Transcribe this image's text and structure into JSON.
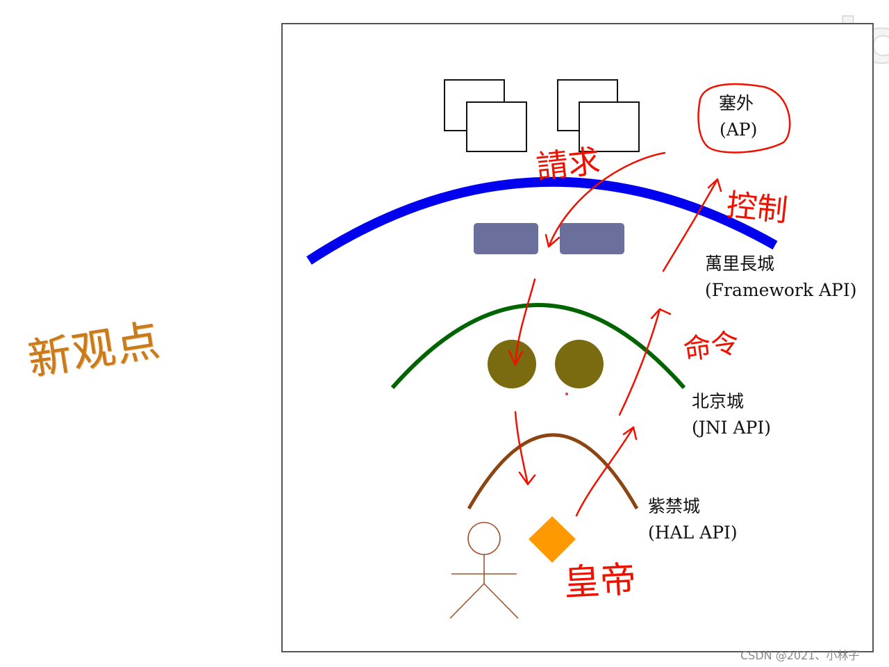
{
  "side_title": "新观点",
  "watermark": "micr",
  "credit": "CSDN @2021、小林子",
  "layers": {
    "outside": {
      "name": "塞外",
      "api": "(AP)"
    },
    "framework": {
      "name": "萬里長城",
      "api": "(Framework API)"
    },
    "jni": {
      "name": "北京城",
      "api": "(JNI API)"
    },
    "hal": {
      "name": "紫禁城",
      "api": "(HAL API)"
    }
  },
  "annotations": {
    "request": "請求",
    "control": "控制",
    "command": "命令",
    "emperor": "皇帝"
  },
  "colors": {
    "framework_wall": "#0000ee",
    "jni_wall": "#006400",
    "hal_wall": "#8b4513",
    "widget": "#6a6f9c",
    "circle": "#7a6a10",
    "diamond": "#ff9900",
    "stick_figure": "#a0522d",
    "ink": "#ee1100",
    "side_title": "#c87a1c"
  }
}
